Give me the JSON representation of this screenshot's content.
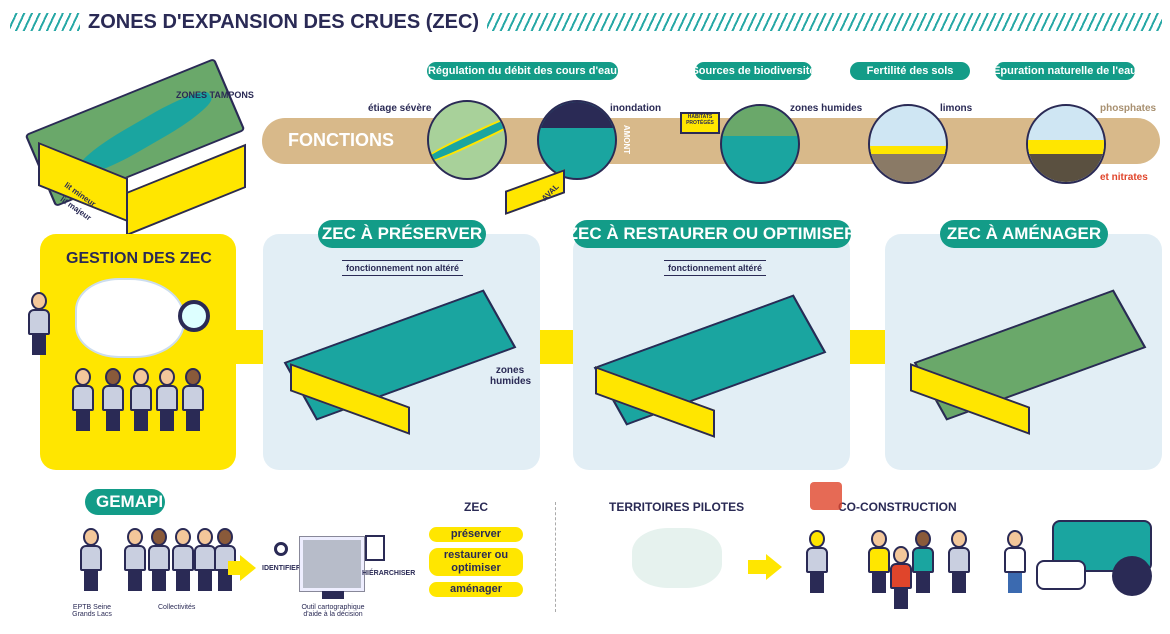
{
  "title": {
    "text": "ZONES D'EXPANSION DES CRUES (ZEC)"
  },
  "intro": {
    "zones_tampons": "ZONES TAMPONS",
    "lit_mineur": "lit mineur",
    "lit_majeur": "lit majeur"
  },
  "fonctions": {
    "label": "FONCTIONS",
    "pills": [
      "Régulation du débit des cours d'eau",
      "Sources de biodiversité",
      "Fertilité des sols",
      "Épuration naturelle de l'eau"
    ],
    "etiage": "étiage sévère",
    "inondation": "inondation",
    "amont": "AMONT",
    "aval": "AVAL",
    "habitats": "HABITATS PROTÉGÉS",
    "zones_humides": "zones humides",
    "limons": "limons",
    "phosphates": "phosphates",
    "nitrates": "et nitrates"
  },
  "gestion": {
    "title": "GESTION DES ZEC"
  },
  "panels": [
    {
      "title": "ZEC À PRÉSERVER",
      "subtitle": "fonctionnement non altéré",
      "note": "zones humides"
    },
    {
      "title": "ZEC À RESTAURER OU OPTIMISER",
      "subtitle": "fonctionnement altéré"
    },
    {
      "title": "ZEC À AMÉNAGER"
    }
  ],
  "bottom": {
    "gemapi": "GEMAPI",
    "eptb": "EPTB Seine Grands Lacs",
    "collectivites": "Collectivités",
    "identifier": "IDENTIFIER",
    "hierarchiser": "HIÉRARCHISER",
    "outil": "Outil cartographique d'aide à la décision",
    "zec_title": "ZEC",
    "zec_options": [
      "préserver",
      "restaurer ou optimiser",
      "aménager"
    ],
    "territoires": "TERRITOIRES PILOTES",
    "coconstruction": "CO-CONSTRUCTION"
  },
  "colors": {
    "teal": "#139c88",
    "yellow": "#ffe600",
    "navy": "#2a2a55",
    "tan": "#d8b98a",
    "panel": "#e2eef5",
    "red": "#e0452b"
  }
}
